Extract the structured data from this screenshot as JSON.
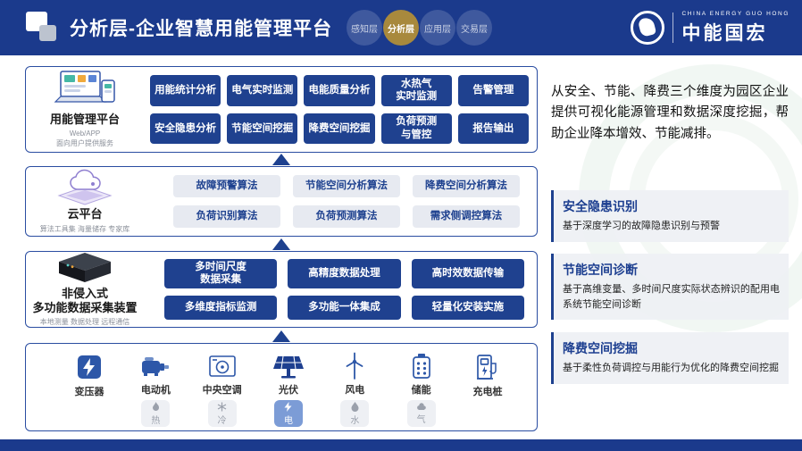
{
  "header": {
    "title": "分析层-企业智慧用能管理平台",
    "badges": [
      "感知层",
      "分析层",
      "应用层",
      "交易层"
    ],
    "active_badge": "分析层",
    "logo_cn": "中能国宏",
    "logo_en": "CHINA ENERGY GUO HONG"
  },
  "platform": {
    "label": "用能管理平台",
    "sub1": "Web/APP",
    "sub2": "面向用户提供服务",
    "buttons": [
      "用能统计分析",
      "电气实时监测",
      "电能质量分析",
      "水热气\n实时监测",
      "告警管理",
      "安全隐患分析",
      "节能空间挖掘",
      "降费空间挖掘",
      "负荷预测\n与管控",
      "报告输出"
    ]
  },
  "cloud": {
    "label": "云平台",
    "sub": "算法工具集 海量储存 专家库",
    "buttons": [
      "故障预警算法",
      "节能空间分析算法",
      "降费空间分析算法",
      "负荷识别算法",
      "负荷预测算法",
      "需求侧调控算法"
    ]
  },
  "collector": {
    "label1": "非侵入式",
    "label2": "多功能数据采集装置",
    "sub": "本地测量 数据处理 远程通信",
    "buttons": [
      "多时间尺度\n数据采集",
      "高精度数据处理",
      "高时效数据传输",
      "多维度指标监测",
      "多功能一体集成",
      "轻量化安装实施"
    ]
  },
  "devices": {
    "items": [
      {
        "label": "变压器",
        "badge": ""
      },
      {
        "label": "电动机",
        "badge": "热"
      },
      {
        "label": "中央空调",
        "badge": "冷"
      },
      {
        "label": "光伏",
        "badge": "电",
        "active": true
      },
      {
        "label": "风电",
        "badge": "水"
      },
      {
        "label": "储能",
        "badge": "气"
      },
      {
        "label": "充电桩",
        "badge": ""
      }
    ]
  },
  "right": {
    "intro": "从安全、节能、降费三个维度为园区企业提供可视化能源管理和数据深度挖掘，帮助企业降本增效、节能减排。",
    "features": [
      {
        "title": "安全隐患识别",
        "desc": "基于深度学习的故障隐患识别与预警"
      },
      {
        "title": "节能空间诊断",
        "desc": "基于高维变量、多时间尺度实际状态辨识的配用电系统节能空间诊断"
      },
      {
        "title": "降费空间挖掘",
        "desc": "基于柔性负荷调控与用能行为优化的降费空间挖掘"
      }
    ]
  },
  "colors": {
    "header_navy": "#1b3a8c",
    "chip_blue": "#1f418f",
    "chip_gray_bg": "#e7eaf1",
    "badge_gold": "#a8893d",
    "energy_active": "#7c9cd6",
    "box_border": "#2a4da1"
  }
}
